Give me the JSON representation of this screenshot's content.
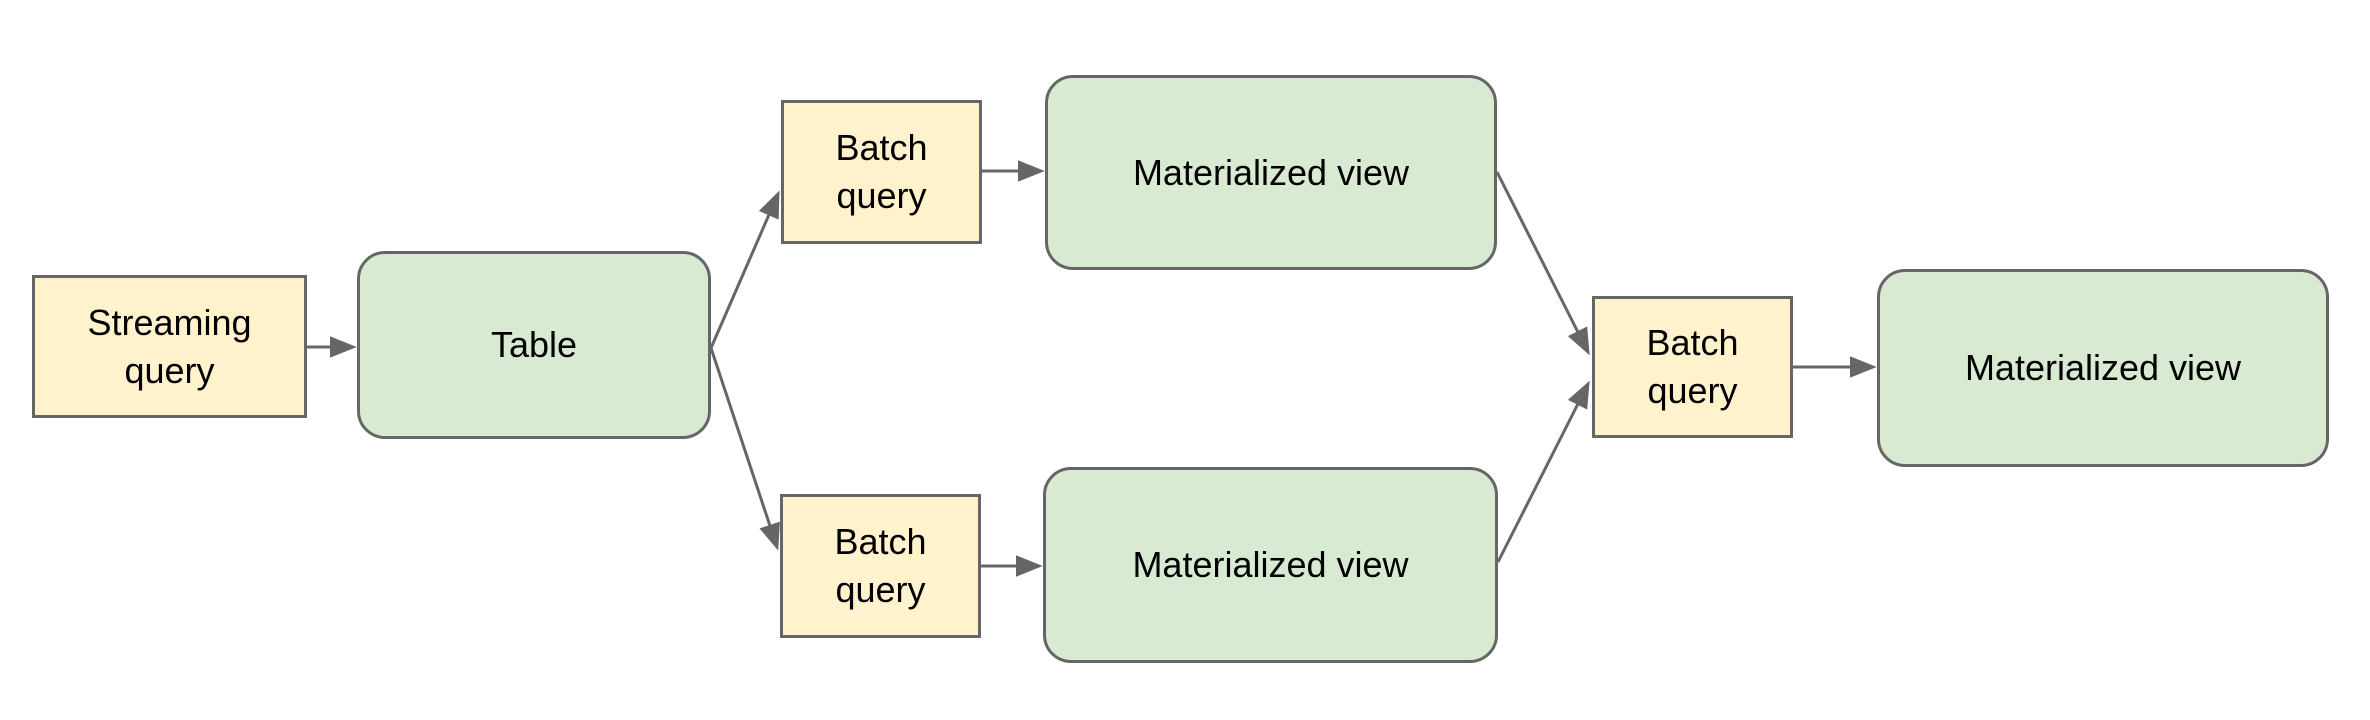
{
  "diagram": {
    "type": "flowchart",
    "nodes": [
      {
        "id": "streaming-query",
        "label": "Streaming query",
        "shape": "rectangle",
        "fill": "yellow"
      },
      {
        "id": "table",
        "label": "Table",
        "shape": "rounded",
        "fill": "green"
      },
      {
        "id": "batch-query-top",
        "label": "Batch query",
        "shape": "rectangle",
        "fill": "yellow"
      },
      {
        "id": "materialized-view-top",
        "label": "Materialized view",
        "shape": "rounded",
        "fill": "green"
      },
      {
        "id": "batch-query-bottom",
        "label": "Batch query",
        "shape": "rectangle",
        "fill": "yellow"
      },
      {
        "id": "materialized-view-bottom",
        "label": "Materialized view",
        "shape": "rounded",
        "fill": "green"
      },
      {
        "id": "batch-query-right",
        "label": "Batch query",
        "shape": "rectangle",
        "fill": "yellow"
      },
      {
        "id": "materialized-view-right",
        "label": "Materialized view",
        "shape": "rounded",
        "fill": "green"
      }
    ],
    "edges": [
      {
        "from": "streaming-query",
        "to": "table"
      },
      {
        "from": "table",
        "to": "batch-query-top"
      },
      {
        "from": "batch-query-top",
        "to": "materialized-view-top"
      },
      {
        "from": "table",
        "to": "batch-query-bottom"
      },
      {
        "from": "batch-query-bottom",
        "to": "materialized-view-bottom"
      },
      {
        "from": "materialized-view-top",
        "to": "batch-query-right"
      },
      {
        "from": "materialized-view-bottom",
        "to": "batch-query-right"
      },
      {
        "from": "batch-query-right",
        "to": "materialized-view-right"
      }
    ]
  },
  "palette": {
    "node_fill_yellow": "#fff2cc",
    "node_fill_green": "#d9ead3",
    "node_border": "#666666",
    "arrow_color": "#666666",
    "text_color": "#000000",
    "canvas_bg": "#ffffff"
  }
}
